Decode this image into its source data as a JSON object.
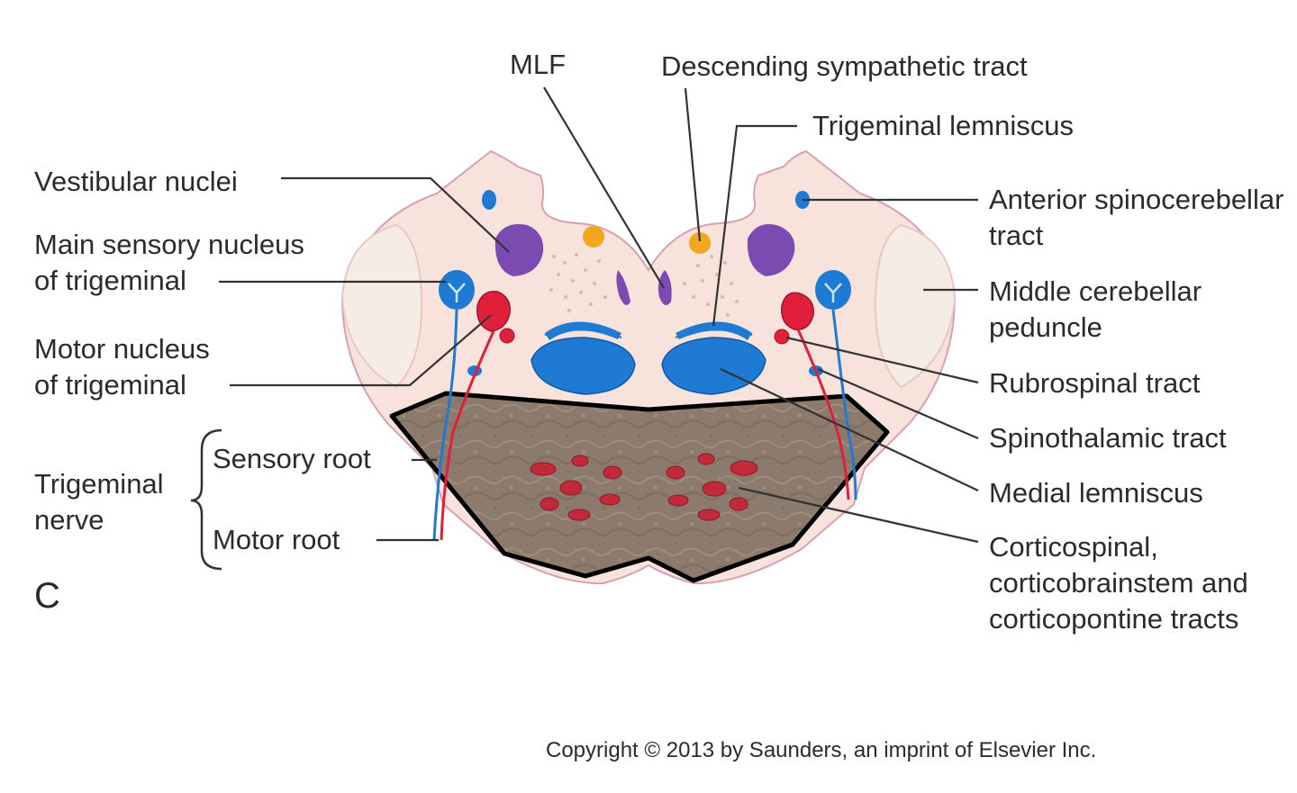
{
  "figure": {
    "panel_letter": "C",
    "copyright": "Copyright © 2013 by Saunders, an imprint of Elsevier Inc."
  },
  "labels": {
    "mlf": "MLF",
    "descending_sympathetic": "Descending sympathetic tract",
    "trigeminal_lemniscus": "Trigeminal lemniscus",
    "vestibular_nuclei": "Vestibular nuclei",
    "main_sensory": [
      "Main sensory nucleus",
      "of trigeminal"
    ],
    "motor_nucleus": [
      "Motor nucleus",
      "of trigeminal"
    ],
    "trigeminal_nerve": [
      "Trigeminal",
      "nerve"
    ],
    "sensory_root": "Sensory root",
    "motor_root": "Motor root",
    "anterior_spinocerebellar": [
      "Anterior spinocerebellar",
      "tract"
    ],
    "middle_cerebellar": [
      "Middle cerebellar",
      "peduncle"
    ],
    "rubrospinal": "Rubrospinal tract",
    "spinothalamic": "Spinothalamic tract",
    "medial_lemniscus": "Medial lemniscus",
    "corticospinal": [
      "Corticospinal,",
      "corticobrainstem and",
      "corticopontine tracts"
    ]
  },
  "colors": {
    "tegmentum": "#f7e2dc",
    "peduncle": "#f6ece6",
    "outline": "#d8a0b0",
    "basis": "#8a7a6c",
    "sensory_blue": "#1e7ad2",
    "motor_red": "#e01f3a",
    "purple": "#7b4bb2",
    "orange": "#f2a81d",
    "leader": "#333333"
  }
}
